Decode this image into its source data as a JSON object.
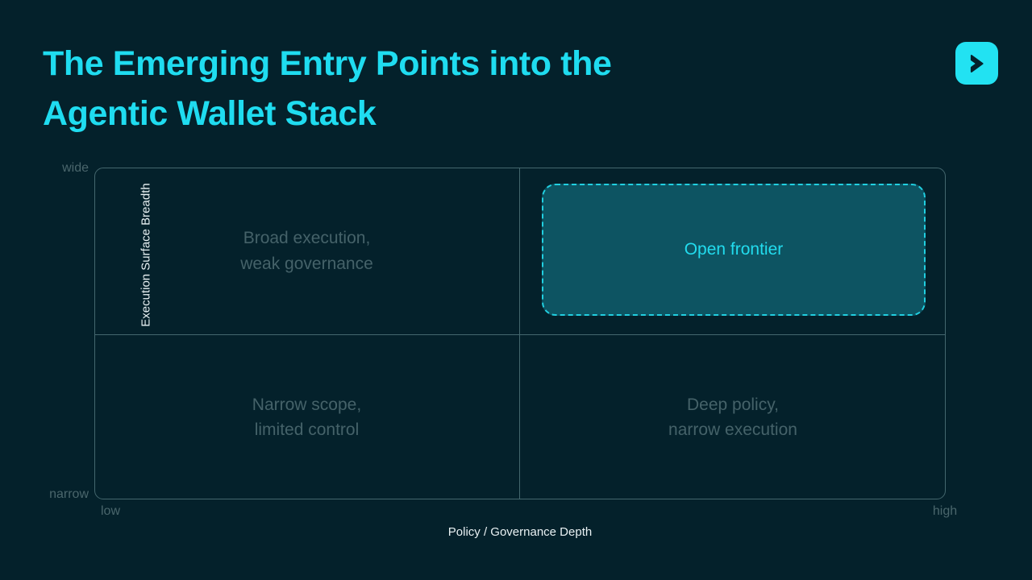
{
  "header": {
    "title": "The Emerging Entry Points into the\nAgentic Wallet Stack",
    "title_color": "#1fdcf0",
    "logo": {
      "icon": "chevron-right-icon",
      "background_color": "#22e2f2",
      "glyph_color": "#04212b"
    }
  },
  "background_color": "#04212b",
  "chart_data": {
    "type": "table",
    "subtype": "2x2-quadrant-matrix",
    "title": "",
    "xlabel": "Policy / Governance Depth",
    "ylabel": "Execution Surface Breadth",
    "x_ticks": [
      "low",
      "high"
    ],
    "y_ticks": [
      "narrow",
      "wide"
    ],
    "grid": true,
    "axis_color": "#44676e",
    "quadrant_label_color": "#456269",
    "quadrants": [
      {
        "id": "top-left",
        "x": "low",
        "y": "wide",
        "label": "Broad execution,\nweak governance",
        "highlighted": false
      },
      {
        "id": "top-right",
        "x": "high",
        "y": "wide",
        "label": "Open frontier",
        "highlighted": true,
        "fill_color": "#0d5462",
        "border_color": "#21cfe0",
        "border_style": "dashed",
        "text_color": "#22dcee"
      },
      {
        "id": "bottom-left",
        "x": "low",
        "y": "narrow",
        "label": "Narrow scope,\nlimited control",
        "highlighted": false
      },
      {
        "id": "bottom-right",
        "x": "high",
        "y": "narrow",
        "label": "Deep policy,\nnarrow execution",
        "highlighted": false
      }
    ]
  }
}
